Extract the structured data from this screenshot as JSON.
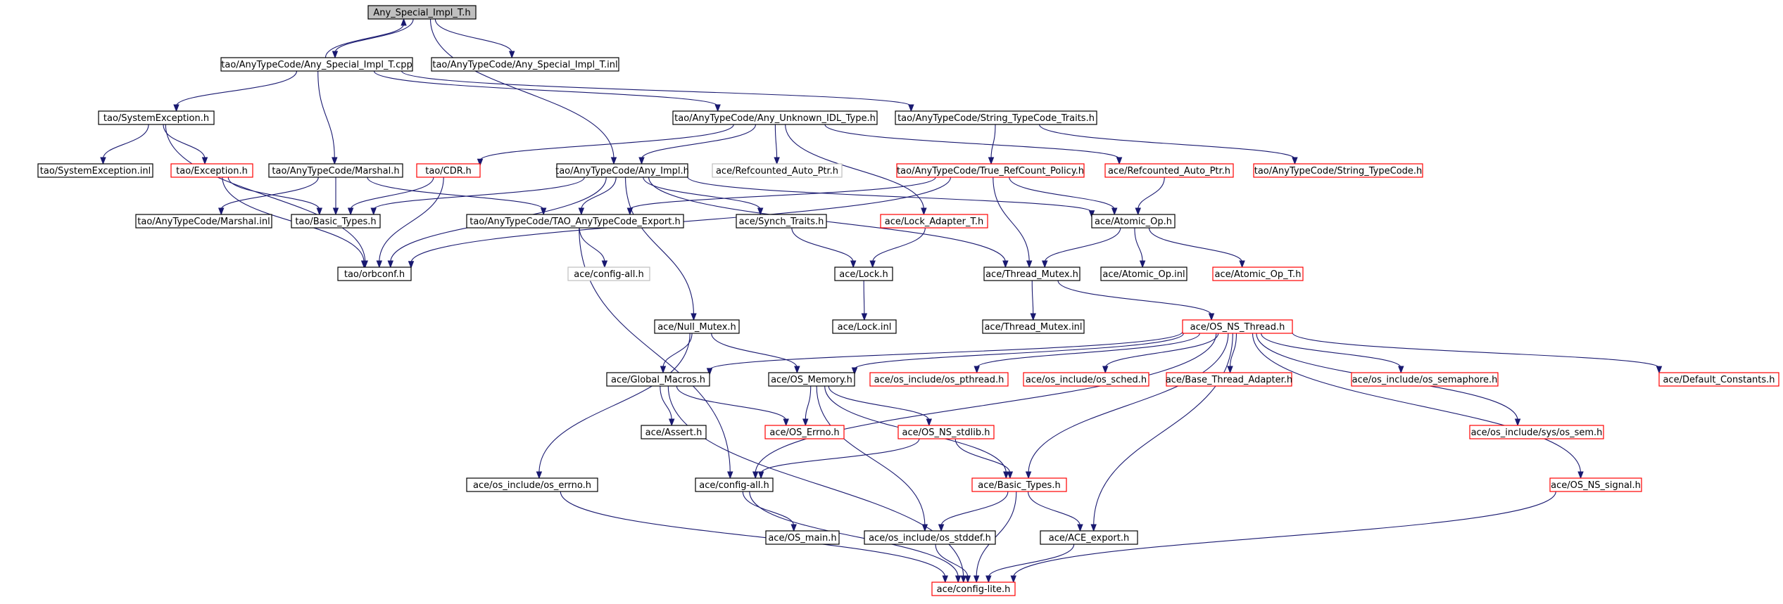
{
  "colors": {
    "root_fill": "#bfbfbf",
    "default_border": "#000000",
    "truncated_border": "#ff0000",
    "external_border": "#bfbfbf",
    "edge": "#191970"
  },
  "nodes": [
    {
      "id": "n0",
      "label": "Any_Special_Impl_T.h",
      "style": "root"
    },
    {
      "id": "n1",
      "label": "tao/AnyTypeCode/Any_Special_Impl_T.cpp",
      "style": "default"
    },
    {
      "id": "n2",
      "label": "tao/AnyTypeCode/Any_Special_Impl_T.inl",
      "style": "default"
    },
    {
      "id": "n3",
      "label": "tao/SystemException.h",
      "style": "default"
    },
    {
      "id": "n4",
      "label": "tao/AnyTypeCode/Any_Unknown_IDL_Type.h",
      "style": "default"
    },
    {
      "id": "n5",
      "label": "tao/AnyTypeCode/String_TypeCode_Traits.h",
      "style": "default"
    },
    {
      "id": "n6",
      "label": "tao/SystemException.inl",
      "style": "default"
    },
    {
      "id": "n7",
      "label": "tao/Exception.h",
      "style": "truncated"
    },
    {
      "id": "n8",
      "label": "tao/AnyTypeCode/Marshal.h",
      "style": "default"
    },
    {
      "id": "n9",
      "label": "tao/CDR.h",
      "style": "truncated"
    },
    {
      "id": "n10",
      "label": "tao/AnyTypeCode/Any_Impl.h",
      "style": "default"
    },
    {
      "id": "n11",
      "label": "ace/Refcounted_Auto_Ptr.h",
      "style": "external"
    },
    {
      "id": "n12",
      "label": "tao/AnyTypeCode/True_RefCount_Policy.h",
      "style": "truncated"
    },
    {
      "id": "n13",
      "label": "ace/Refcounted_Auto_Ptr.h",
      "style": "truncated"
    },
    {
      "id": "n14",
      "label": "tao/AnyTypeCode/String_TypeCode.h",
      "style": "truncated"
    },
    {
      "id": "n15",
      "label": "tao/AnyTypeCode/Marshal.inl",
      "style": "default"
    },
    {
      "id": "n16",
      "label": "tao/Basic_Types.h",
      "style": "default"
    },
    {
      "id": "n17",
      "label": "tao/AnyTypeCode/TAO_AnyTypeCode_Export.h",
      "style": "default"
    },
    {
      "id": "n18",
      "label": "ace/Synch_Traits.h",
      "style": "default"
    },
    {
      "id": "n19",
      "label": "ace/Lock_Adapter_T.h",
      "style": "truncated"
    },
    {
      "id": "n20",
      "label": "ace/Atomic_Op.h",
      "style": "default"
    },
    {
      "id": "n21",
      "label": "tao/orbconf.h",
      "style": "default"
    },
    {
      "id": "n22",
      "label": "ace/config-all.h",
      "style": "external"
    },
    {
      "id": "n23",
      "label": "ace/Lock.h",
      "style": "default"
    },
    {
      "id": "n24",
      "label": "ace/Thread_Mutex.h",
      "style": "default"
    },
    {
      "id": "n25",
      "label": "ace/Atomic_Op.inl",
      "style": "default"
    },
    {
      "id": "n26",
      "label": "ace/Atomic_Op_T.h",
      "style": "truncated"
    },
    {
      "id": "n27",
      "label": "ace/Null_Mutex.h",
      "style": "default"
    },
    {
      "id": "n28",
      "label": "ace/Lock.inl",
      "style": "default"
    },
    {
      "id": "n29",
      "label": "ace/Thread_Mutex.inl",
      "style": "default"
    },
    {
      "id": "n30",
      "label": "ace/OS_NS_Thread.h",
      "style": "truncated"
    },
    {
      "id": "n31",
      "label": "ace/Global_Macros.h",
      "style": "default"
    },
    {
      "id": "n32",
      "label": "ace/OS_Memory.h",
      "style": "default"
    },
    {
      "id": "n33",
      "label": "ace/os_include/os_pthread.h",
      "style": "truncated"
    },
    {
      "id": "n34",
      "label": "ace/os_include/os_sched.h",
      "style": "truncated"
    },
    {
      "id": "n35",
      "label": "ace/Base_Thread_Adapter.h",
      "style": "truncated"
    },
    {
      "id": "n36",
      "label": "ace/os_include/os_semaphore.h",
      "style": "truncated"
    },
    {
      "id": "n37",
      "label": "ace/Default_Constants.h",
      "style": "truncated"
    },
    {
      "id": "n38",
      "label": "ace/Assert.h",
      "style": "default"
    },
    {
      "id": "n39",
      "label": "ace/OS_Errno.h",
      "style": "truncated"
    },
    {
      "id": "n40",
      "label": "ace/OS_NS_stdlib.h",
      "style": "truncated"
    },
    {
      "id": "n41",
      "label": "ace/os_include/sys/os_sem.h",
      "style": "truncated"
    },
    {
      "id": "n42",
      "label": "ace/os_include/os_errno.h",
      "style": "default"
    },
    {
      "id": "n43",
      "label": "ace/config-all.h",
      "style": "default"
    },
    {
      "id": "n44",
      "label": "ace/Basic_Types.h",
      "style": "truncated"
    },
    {
      "id": "n45",
      "label": "ace/OS_NS_signal.h",
      "style": "truncated"
    },
    {
      "id": "n46",
      "label": "ace/OS_main.h",
      "style": "default"
    },
    {
      "id": "n47",
      "label": "ace/os_include/os_stddef.h",
      "style": "default"
    },
    {
      "id": "n48",
      "label": "ace/ACE_export.h",
      "style": "default"
    },
    {
      "id": "n49",
      "label": "ace/config-lite.h",
      "style": "truncated"
    }
  ],
  "edges": [
    [
      "n0",
      "n1"
    ],
    [
      "n0",
      "n2"
    ],
    [
      "n0",
      "n10"
    ],
    [
      "n1",
      "n0"
    ],
    [
      "n1",
      "n3"
    ],
    [
      "n1",
      "n4"
    ],
    [
      "n1",
      "n5"
    ],
    [
      "n1",
      "n8"
    ],
    [
      "n3",
      "n6"
    ],
    [
      "n3",
      "n7"
    ],
    [
      "n3",
      "n21"
    ],
    [
      "n4",
      "n9"
    ],
    [
      "n4",
      "n10"
    ],
    [
      "n4",
      "n11"
    ],
    [
      "n4",
      "n13"
    ],
    [
      "n4",
      "n19"
    ],
    [
      "n5",
      "n12"
    ],
    [
      "n5",
      "n14"
    ],
    [
      "n7",
      "n16"
    ],
    [
      "n7",
      "n21"
    ],
    [
      "n8",
      "n15"
    ],
    [
      "n8",
      "n16"
    ],
    [
      "n8",
      "n17"
    ],
    [
      "n9",
      "n16"
    ],
    [
      "n9",
      "n21"
    ],
    [
      "n10",
      "n16"
    ],
    [
      "n10",
      "n17"
    ],
    [
      "n10",
      "n18"
    ],
    [
      "n10",
      "n20"
    ],
    [
      "n10",
      "n21"
    ],
    [
      "n10",
      "n24"
    ],
    [
      "n10",
      "n27"
    ],
    [
      "n12",
      "n17"
    ],
    [
      "n12",
      "n20"
    ],
    [
      "n12",
      "n24"
    ],
    [
      "n12",
      "n21"
    ],
    [
      "n13",
      "n20"
    ],
    [
      "n17",
      "n22"
    ],
    [
      "n17",
      "n43"
    ],
    [
      "n18",
      "n23"
    ],
    [
      "n19",
      "n23"
    ],
    [
      "n20",
      "n24"
    ],
    [
      "n20",
      "n25"
    ],
    [
      "n20",
      "n26"
    ],
    [
      "n23",
      "n28"
    ],
    [
      "n24",
      "n29"
    ],
    [
      "n24",
      "n30"
    ],
    [
      "n27",
      "n31"
    ],
    [
      "n27",
      "n32"
    ],
    [
      "n27",
      "n42"
    ],
    [
      "n30",
      "n31"
    ],
    [
      "n30",
      "n32"
    ],
    [
      "n30",
      "n33"
    ],
    [
      "n30",
      "n34"
    ],
    [
      "n30",
      "n35"
    ],
    [
      "n30",
      "n36"
    ],
    [
      "n30",
      "n37"
    ],
    [
      "n30",
      "n41"
    ],
    [
      "n30",
      "n45"
    ],
    [
      "n30",
      "n44"
    ],
    [
      "n30",
      "n43"
    ],
    [
      "n30",
      "n48"
    ],
    [
      "n31",
      "n38"
    ],
    [
      "n31",
      "n39"
    ],
    [
      "n31",
      "n49"
    ],
    [
      "n32",
      "n39"
    ],
    [
      "n32",
      "n40"
    ],
    [
      "n32",
      "n44"
    ],
    [
      "n32",
      "n47"
    ],
    [
      "n40",
      "n43"
    ],
    [
      "n40",
      "n44"
    ],
    [
      "n42",
      "n49"
    ],
    [
      "n43",
      "n46"
    ],
    [
      "n43",
      "n49"
    ],
    [
      "n44",
      "n47"
    ],
    [
      "n44",
      "n48"
    ],
    [
      "n44",
      "n49"
    ],
    [
      "n45",
      "n49"
    ],
    [
      "n47",
      "n49"
    ],
    [
      "n48",
      "n49"
    ]
  ]
}
